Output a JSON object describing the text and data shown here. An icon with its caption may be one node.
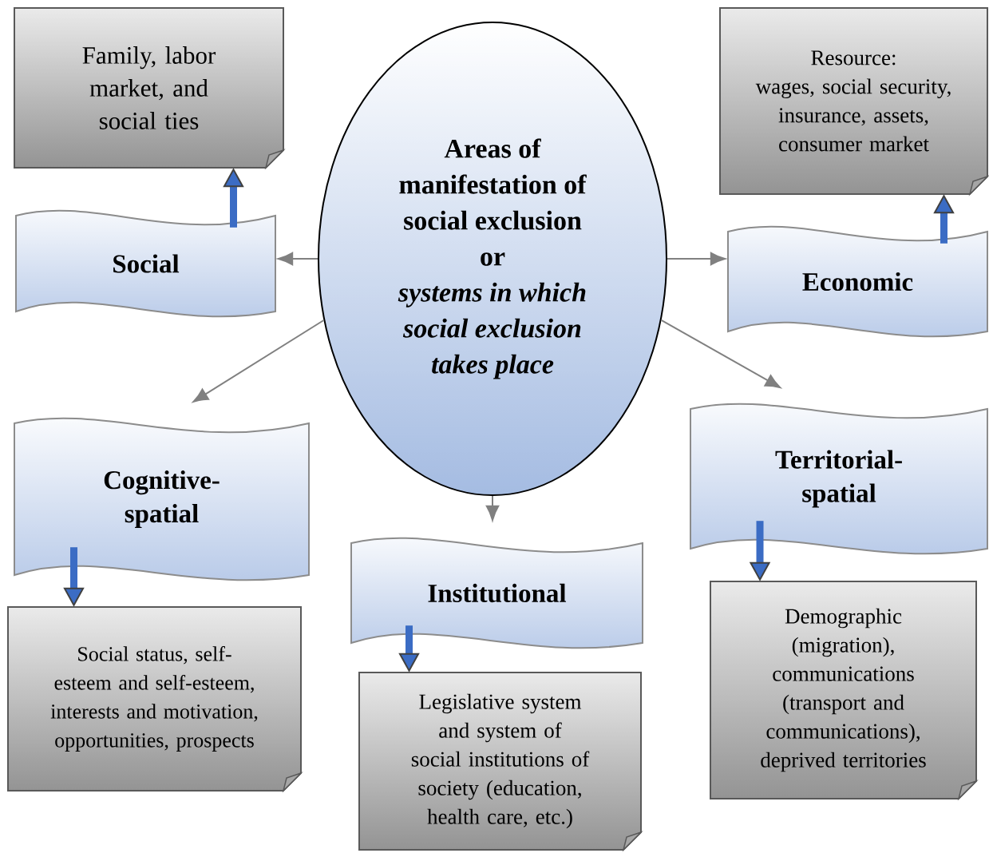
{
  "diagram": {
    "nodes": [
      {
        "text": [
          "Family, labor market, and social ties"
        ]
      },
      {
        "text": [
          "Areas of manifestation of social exclusion",
          "or",
          "systems in which social exclusion takes place"
        ]
      },
      {
        "text": [
          "Resource:",
          "wages, social security, insurance, assets, consumer market"
        ]
      },
      {
        "text": [
          "Social"
        ]
      },
      {
        "text": [
          "Economic"
        ]
      },
      {
        "text": [
          "Cognitive-spatial"
        ]
      },
      {
        "text": [
          "Territorial-spatial"
        ]
      },
      {
        "text": [
          "Institutional"
        ]
      },
      {
        "text": [
          "Social status, self-esteem and self-esteem, interests and motivation, opportunities, prospects"
        ]
      },
      {
        "text": [
          "Legislative system and system of social institutions of society (education, health care, etc.)"
        ]
      },
      {
        "text": [
          "Demographic (migration), communications (transport and communications), deprived territories"
        ]
      }
    ],
    "edges": [
      {
        "from": 1,
        "to": 3,
        "arrow": "to"
      },
      {
        "from": 1,
        "to": 4,
        "arrow": "to"
      },
      {
        "from": 1,
        "to": 5,
        "arrow": "to"
      },
      {
        "from": 1,
        "to": 6,
        "arrow": "to"
      },
      {
        "from": 1,
        "to": 7,
        "arrow": "to"
      },
      {
        "from": 3,
        "to": 0,
        "arrow": "to",
        "style": "thick",
        "color": "#3b6cc4"
      },
      {
        "from": 4,
        "to": 2,
        "arrow": "to",
        "style": "thick",
        "color": "#3b6cc4"
      },
      {
        "from": 5,
        "to": 8,
        "arrow": "to",
        "style": "thick",
        "color": "#3b6cc4"
      },
      {
        "from": 7,
        "to": 9,
        "arrow": "to",
        "style": "thick",
        "color": "#3b6cc4"
      },
      {
        "from": 6,
        "to": 10,
        "arrow": "to",
        "style": "thick",
        "color": "#3b6cc4"
      }
    ]
  }
}
